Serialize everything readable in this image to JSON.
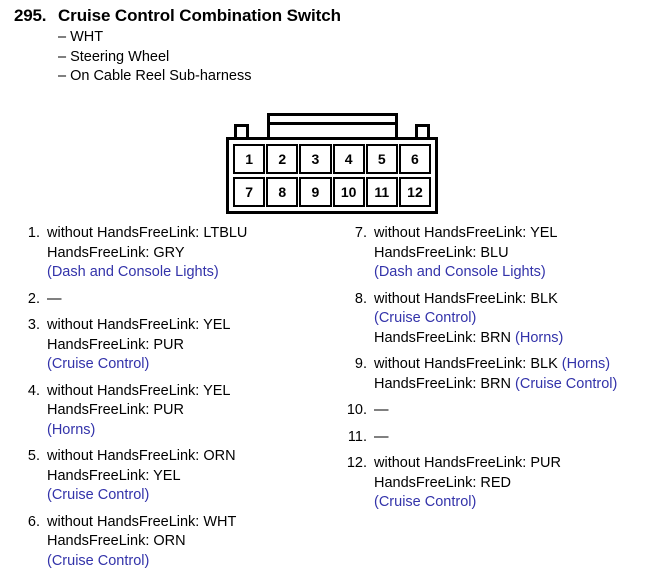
{
  "header": {
    "number": "295.",
    "title": "Cruise Control Combination Switch",
    "subtitles": [
      "– WHT",
      "– Steering Wheel",
      "– On Cable Reel Sub-harness"
    ]
  },
  "connector": {
    "name": "12-pin-connector",
    "rows": [
      [
        "1",
        "2",
        "3",
        "4",
        "5",
        "6"
      ],
      [
        "7",
        "8",
        "9",
        "10",
        "11",
        "12"
      ]
    ]
  },
  "colors": {
    "text": "#000000",
    "circuit_blue": "#3333aa"
  },
  "pins": {
    "left": [
      {
        "number": "1.",
        "lines": [
          [
            {
              "text": "without HandsFreeLink: LTBLU",
              "color": "black"
            }
          ],
          [
            {
              "text": "HandsFreeLink: GRY",
              "color": "black"
            }
          ],
          [
            {
              "text": "(Dash and Console Lights)",
              "color": "blue"
            }
          ]
        ]
      },
      {
        "number": "2.",
        "lines": [
          [
            {
              "text": "—",
              "color": "black"
            }
          ]
        ]
      },
      {
        "number": "3.",
        "lines": [
          [
            {
              "text": "without HandsFreeLink: YEL",
              "color": "black"
            }
          ],
          [
            {
              "text": "HandsFreeLink: PUR",
              "color": "black"
            }
          ],
          [
            {
              "text": "(Cruise Control)",
              "color": "blue"
            }
          ]
        ]
      },
      {
        "number": "4.",
        "lines": [
          [
            {
              "text": "without HandsFreeLink: YEL",
              "color": "black"
            }
          ],
          [
            {
              "text": "HandsFreeLink: PUR",
              "color": "black"
            }
          ],
          [
            {
              "text": "(Horns)",
              "color": "blue"
            }
          ]
        ]
      },
      {
        "number": "5.",
        "lines": [
          [
            {
              "text": "without HandsFreeLink: ORN",
              "color": "black"
            }
          ],
          [
            {
              "text": "HandsFreeLink: YEL",
              "color": "black"
            }
          ],
          [
            {
              "text": "(Cruise Control)",
              "color": "blue"
            }
          ]
        ]
      },
      {
        "number": "6.",
        "lines": [
          [
            {
              "text": "without HandsFreeLink: WHT",
              "color": "black"
            }
          ],
          [
            {
              "text": "HandsFreeLink: ORN",
              "color": "black"
            }
          ],
          [
            {
              "text": "(Cruise Control)",
              "color": "blue"
            }
          ]
        ]
      }
    ],
    "right": [
      {
        "number": "7.",
        "lines": [
          [
            {
              "text": "without HandsFreeLink: YEL",
              "color": "black"
            }
          ],
          [
            {
              "text": "HandsFreeLink: BLU",
              "color": "black"
            }
          ],
          [
            {
              "text": "(Dash and Console Lights)",
              "color": "blue"
            }
          ]
        ]
      },
      {
        "number": "8.",
        "lines": [
          [
            {
              "text": "without HandsFreeLink: BLK",
              "color": "black"
            }
          ],
          [
            {
              "text": "(Cruise Control)",
              "color": "blue"
            }
          ],
          [
            {
              "text": "HandsFreeLink: BRN ",
              "color": "black"
            },
            {
              "text": "(Horns)",
              "color": "blue"
            }
          ]
        ]
      },
      {
        "number": "9.",
        "lines": [
          [
            {
              "text": "without HandsFreeLink: BLK ",
              "color": "black"
            },
            {
              "text": "(Horns)",
              "color": "blue"
            }
          ],
          [
            {
              "text": "HandsFreeLink: BRN ",
              "color": "black"
            },
            {
              "text": "(Cruise Control)",
              "color": "blue"
            }
          ]
        ]
      },
      {
        "number": "10.",
        "lines": [
          [
            {
              "text": "—",
              "color": "black"
            }
          ]
        ]
      },
      {
        "number": "11.",
        "lines": [
          [
            {
              "text": "—",
              "color": "black"
            }
          ]
        ]
      },
      {
        "number": "12.",
        "lines": [
          [
            {
              "text": "without HandsFreeLink: PUR",
              "color": "black"
            }
          ],
          [
            {
              "text": "HandsFreeLink: RED",
              "color": "black"
            }
          ],
          [
            {
              "text": "(Cruise Control)",
              "color": "blue"
            }
          ]
        ]
      }
    ]
  }
}
